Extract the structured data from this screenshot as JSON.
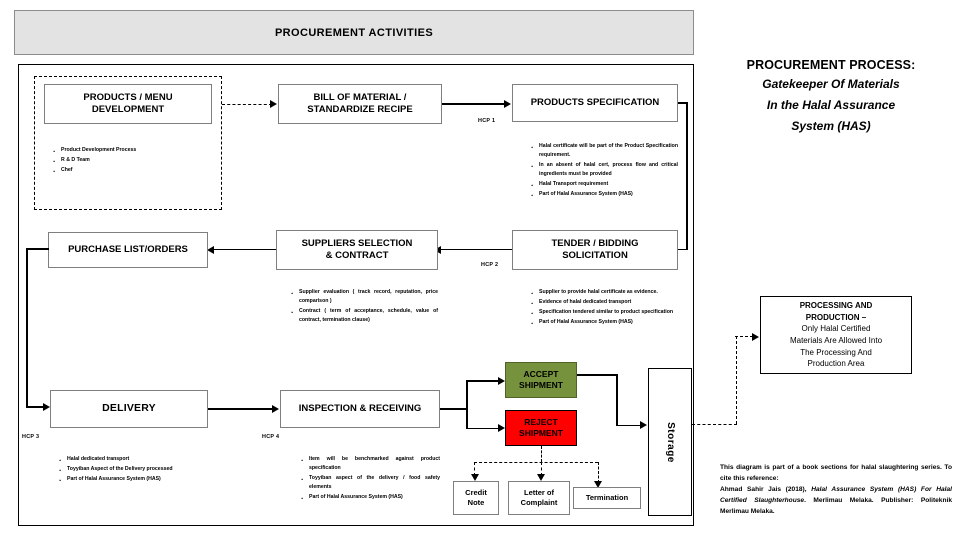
{
  "banner": {
    "title": "PROCUREMENT ACTIVITIES"
  },
  "right_panel": {
    "title_line1": "PROCUREMENT PROCESS:",
    "title_line2": "Gatekeeper Of Materials",
    "title_line3": "In the Halal Assurance",
    "title_line4": "System (HAS)",
    "processing_box": {
      "heading_line1": "PROCESSING AND",
      "heading_line2": "PRODUCTION –",
      "body_line1": "Only Halal Certified",
      "body_line2": "Materials Are Allowed Into",
      "body_line3": "The Processing And",
      "body_line4": "Production Area"
    },
    "citation": {
      "line1": "This diagram is part of a book sections for halal slaughtering series. To cite this reference:",
      "author": "Ahmad Sahir Jais (2018), ",
      "title_italic": "Halal Assurance System (HAS) For Halal Certified Slaughterhouse",
      "tail": ". Merlimau Melaka. Publisher: Politeknik Merlimau Melaka."
    }
  },
  "nodes": {
    "products_menu": {
      "line1": "PRODUCTS / MENU",
      "line2": "DEVELOPMENT"
    },
    "bill_of_material": {
      "line1": "BILL OF MATERIAL /",
      "line2": "STANDARDIZE RECIPE"
    },
    "products_specification": {
      "line1": "PRODUCTS SPECIFICATION"
    },
    "tender_bidding": {
      "line1": "TENDER / BIDDING",
      "line2": "SOLICITATION"
    },
    "suppliers_selection": {
      "line1": "SUPPLIERS SELECTION",
      "line2": "&   CONTRACT"
    },
    "purchase_list": {
      "line1": "PURCHASE LIST/ORDERS"
    },
    "delivery": {
      "line1": "DELIVERY"
    },
    "inspection": {
      "line1": "INSPECTION & RECEIVING"
    },
    "accept_shipment": {
      "line1": "ACCEPT",
      "line2": "SHIPMENT"
    },
    "reject_shipment": {
      "line1": "REJECT",
      "line2": "SHIPMENT"
    },
    "storage": {
      "label": "Storage"
    },
    "credit_note": {
      "line1": "Credit",
      "line2": "Note"
    },
    "letter_of_complaint": {
      "line1": "Letter of",
      "line2": "Complaint"
    },
    "termination": {
      "line1": "Termination"
    }
  },
  "hcp_labels": {
    "hcp1": "HCP 1",
    "hcp2": "HCP 2",
    "hcp3": "HCP 3",
    "hcp4": "HCP 4"
  },
  "bullets": {
    "products_menu": [
      "Product Development Process",
      "R & D Team",
      "Chef"
    ],
    "products_specification": [
      "Halal certificate will be part of the Product Specification requirement.",
      "In an absent of halal cert, process flow and critical ingredients must be provided",
      "Halal Transport requirement",
      "Part of Halal Assurance System (HAS)"
    ],
    "tender_bidding": [
      "Supplier to provide halal certificate as evidence.",
      "Evidence of halal dedicated transport",
      "Specification tendered similar to product specification",
      "Part of Halal Assurance System (HAS)"
    ],
    "suppliers_selection": [
      "Supplier evaluation ( track record, reputation, price comparison )",
      "Contract ( term of acceptance, schedule, value of contract, termination clause)"
    ],
    "delivery": [
      "Halal dedicated transport",
      "Toyyiban Aspect of the Delivery processed",
      "Part of Halal Assurance System (HAS)"
    ],
    "inspection": [
      "Item will be benchmarked against product specification",
      "Toyyiban aspect of the delivery / food safety elements",
      "Part of Halal Assurance System (HAS)"
    ]
  },
  "colors": {
    "banner_bg": "#E3E3E3",
    "accept_green": "#76923C",
    "reject_red": "#FF0000",
    "line": "#000000",
    "box_border": "#7F7F7F"
  }
}
